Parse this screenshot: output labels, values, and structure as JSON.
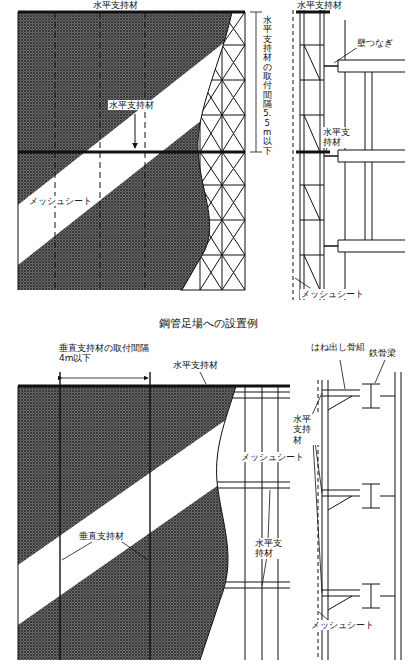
{
  "diagram": {
    "caption": "鋼管足場への設置例",
    "labels": [
      "水平支持材",
      "水平支持材",
      "壁つなぎ",
      "水平支持材の取付間隔5.5m以下",
      "水平支持材",
      "水平支持材",
      "メッシュシート",
      "メッシュシート",
      "垂直支持材の取付間隔4m以下",
      "水平支持材",
      "はね出し骨組",
      "鉄骨梁",
      "メッシュシート",
      "垂直支持材",
      "水平支持材",
      "水平支持材",
      "メッシュシート"
    ]
  }
}
